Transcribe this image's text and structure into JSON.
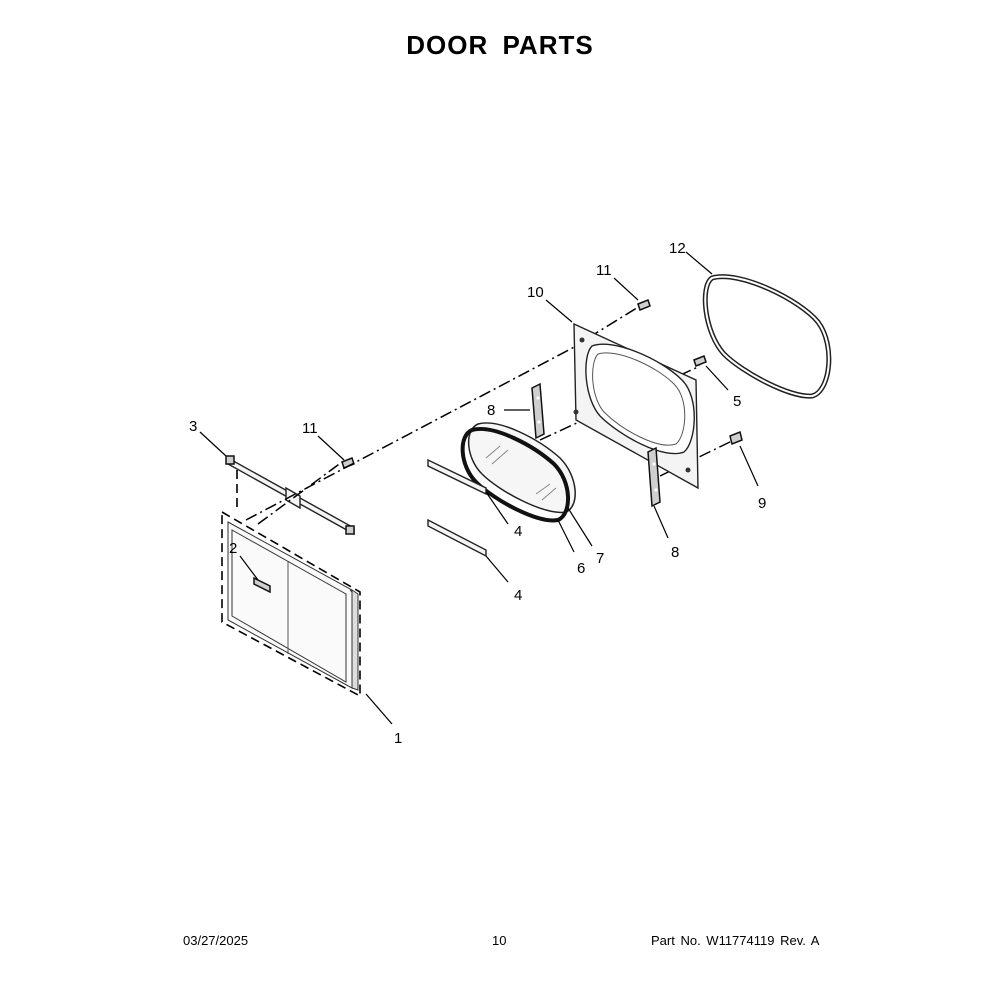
{
  "title": "DOOR PARTS",
  "callouts": {
    "c1": "1",
    "c2": "2",
    "c3": "3",
    "c4a": "4",
    "c4b": "4",
    "c5": "5",
    "c6": "6",
    "c7": "7",
    "c8a": "8",
    "c8b": "8",
    "c9": "9",
    "c10": "10",
    "c11a": "11",
    "c11b": "11",
    "c12": "12"
  },
  "footer": {
    "date": "03/27/2025",
    "page": "10",
    "part_no": "Part No.  W11774119  Rev.  A"
  }
}
